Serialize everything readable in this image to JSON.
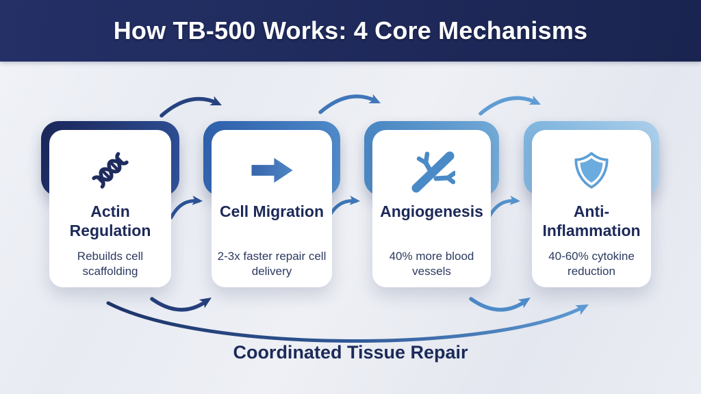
{
  "header": {
    "title": "How TB-500 Works: 4 Core Mechanisms"
  },
  "cards": [
    {
      "id": "actin-regulation",
      "icon": "dna-icon",
      "title": "Actin Regulation",
      "subtitle": "Rebuilds cell scaffolding"
    },
    {
      "id": "cell-migration",
      "icon": "arrow-right-icon",
      "title": "Cell Migration",
      "subtitle": "2-3x faster repair cell delivery"
    },
    {
      "id": "angiogenesis",
      "icon": "vessel-branch-icon",
      "title": "Angiogenesis",
      "subtitle": "40% more blood vessels"
    },
    {
      "id": "anti-inflammation",
      "icon": "shield-icon",
      "title": "Anti-Inflammation",
      "subtitle": "40-60% cytokine reduction"
    }
  ],
  "footer": {
    "label": "Coordinated Tissue Repair"
  },
  "colors": {
    "header_bg": "#1f2a5b",
    "background": "#e9ebf2",
    "card_title": "#1c2958",
    "card_subtitle": "#2c3a60",
    "frame_1": [
      "#1a2659",
      "#32549c"
    ],
    "frame_2": [
      "#2d5fab",
      "#5592cf"
    ],
    "frame_3": [
      "#4886c3",
      "#79b0db"
    ],
    "frame_4": [
      "#7eb4de",
      "#b3d4ee"
    ],
    "arrow_dark_navy": "#27427f",
    "arrow_medium_blue": "#4077b9",
    "arrow_light_blue": "#5f9cd3",
    "long_arrow_gradient": [
      "#1e3468",
      "#2f5796",
      "#5e9bd4"
    ]
  }
}
